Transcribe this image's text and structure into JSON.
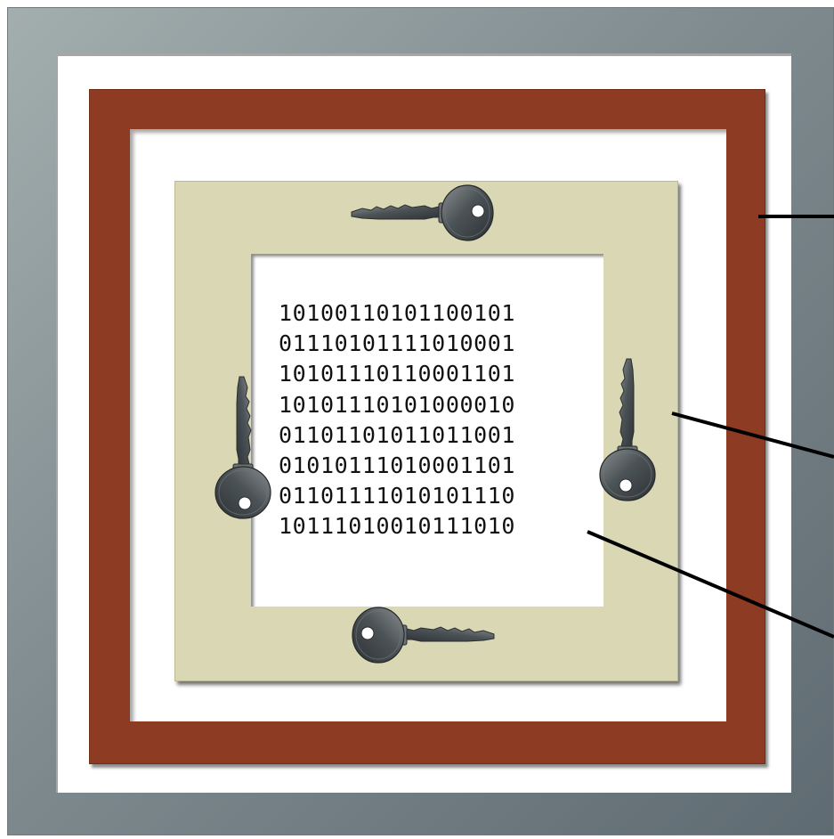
{
  "binary_rows": [
    "10100110101100101",
    "01110101111010001",
    "10101110110001101",
    "10101110101000010",
    "01101101011011001",
    "01010111010001101",
    "01101111010101110",
    "10111010010111010"
  ],
  "icons": {
    "key": "key-icon"
  },
  "colors": {
    "outer_frame": "#7f8b8f",
    "red_frame": "#8d3b22",
    "beige_frame": "#d9d7b4",
    "mat": "#ffffff",
    "leader_line": "#000000",
    "key_metal": "#4a4f52"
  },
  "leader_lines": 3
}
